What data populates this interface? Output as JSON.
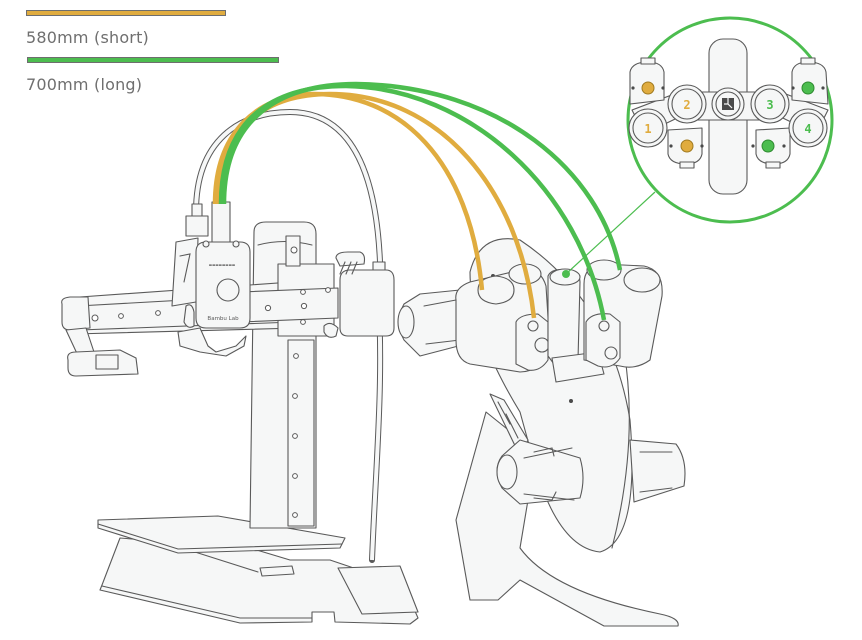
{
  "legend": [
    {
      "label": "580mm (short)",
      "color": "#e0ac3f",
      "relative_length": 580
    },
    {
      "label": "700mm (long)",
      "color": "#4cbd4f",
      "relative_length": 700
    }
  ],
  "illustration": {
    "subject": "3D printer with 4-slot filament feeder (AMS) and PTFE tubes",
    "printhead_brand_text": "Bambu Lab",
    "colors": {
      "short_tube": "#e0ac3f",
      "long_tube": "#4cbd4f",
      "outline": "#5a5a5a",
      "body_fill": "#f6f7f7",
      "callout_ring": "#4cbd4f"
    },
    "callout": {
      "title": "top view of feeder",
      "slots": [
        {
          "number": "1",
          "tube": "short",
          "color": "#e0ac3f"
        },
        {
          "number": "2",
          "tube": "short",
          "color": "#e0ac3f"
        },
        {
          "number": "3",
          "tube": "long",
          "color": "#4cbd4f"
        },
        {
          "number": "4",
          "tube": "long",
          "color": "#4cbd4f"
        }
      ],
      "hub_glyph": "hub-icon"
    }
  }
}
